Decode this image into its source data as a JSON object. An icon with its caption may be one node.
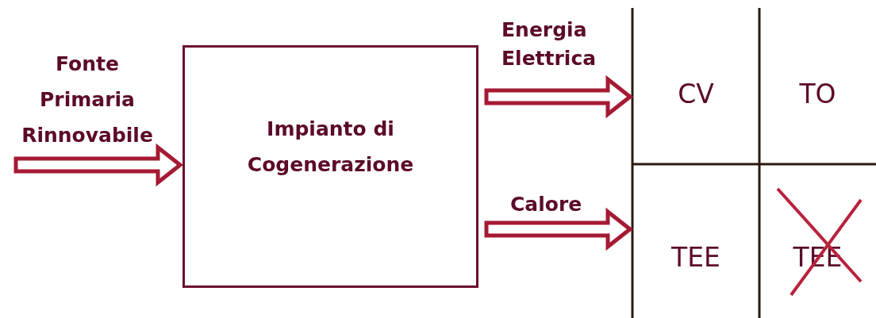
{
  "diagram": {
    "nodes": [
      {
        "text": [
          "Fonte Primaria Rinnovabile"
        ]
      },
      {
        "text": [
          "Impianto di Cogenerazione"
        ]
      },
      {
        "text": [
          "CV"
        ]
      },
      {
        "text": [
          "TO"
        ]
      },
      {
        "text": [
          "TEE"
        ]
      },
      {
        "text": [
          "TEE"
        ]
      }
    ],
    "edges": [
      {
        "from": 0,
        "to": 1,
        "arrow": "to"
      },
      {
        "from": 1,
        "to": 2,
        "arrow": "to",
        "label": "Energia Elettrica"
      },
      {
        "from": 1,
        "to": 4,
        "arrow": "to",
        "label": "Calore"
      }
    ]
  }
}
